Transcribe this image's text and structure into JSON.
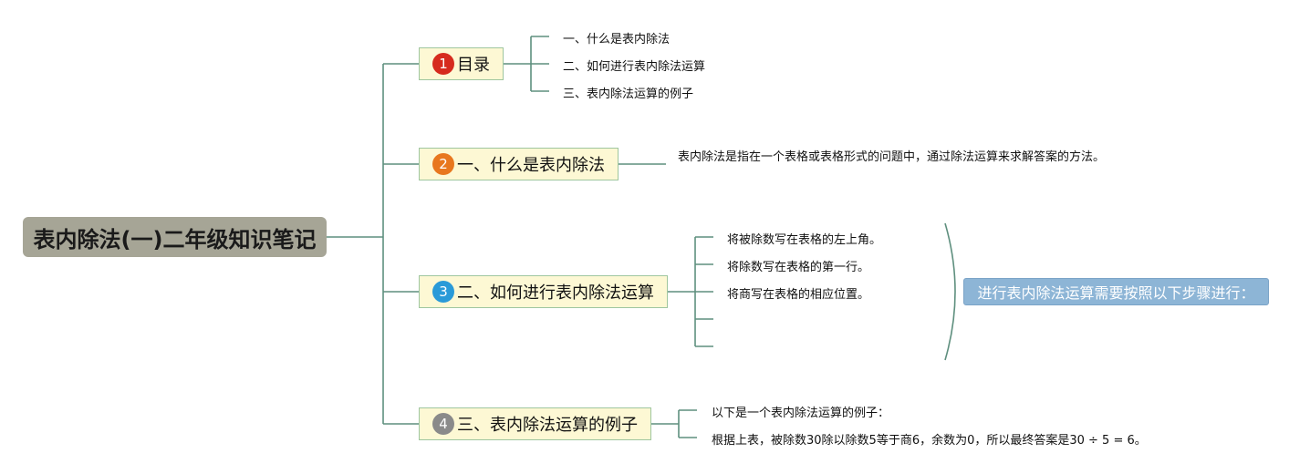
{
  "root": {
    "title": "表内除法(一)二年级知识笔记"
  },
  "colors": {
    "line": "#5e8f7e",
    "root_bg": "#a6a596",
    "branch_bg": "#fdf8d4",
    "branch_border": "#9fc69f",
    "summary_bg": "#8db5d6"
  },
  "branches": [
    {
      "number": "1",
      "label": "目录",
      "badge_color": "#d62b1e",
      "children": [
        "一、什么是表内除法",
        "二、如何进行表内除法运算",
        "三、表内除法运算的例子"
      ]
    },
    {
      "number": "2",
      "label": "一、什么是表内除法",
      "badge_color": "#e8771e",
      "children": [
        "表内除法是指在一个表格或表格形式的问题中，通过除法运算来求解答案的方法。"
      ]
    },
    {
      "number": "3",
      "label": "二、如何进行表内除法运算",
      "badge_color": "#2a9ad8",
      "children": [
        "将被除数写在表格的左上角。",
        "将除数写在表格的第一行。",
        "将商写在表格的相应位置。",
        "",
        ""
      ],
      "summary": "进行表内除法运算需要按照以下步骤进行："
    },
    {
      "number": "4",
      "label": "三、表内除法运算的例子",
      "badge_color": "#8a8a8a",
      "children": [
        "以下是一个表内除法运算的例子：",
        "根据上表，被除数30除以除数5等于商6，余数为0，所以最终答案是30 ÷ 5 = 6。"
      ]
    }
  ]
}
